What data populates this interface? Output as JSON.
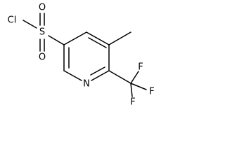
{
  "molecule": {
    "atoms": {
      "chlorine": "Cl",
      "sulfur": "S",
      "oxygen_top": "O",
      "oxygen_bottom": "O",
      "nitrogen": "N",
      "fluorine_top": "F",
      "fluorine_right": "F",
      "fluorine_bottom": "F"
    }
  }
}
